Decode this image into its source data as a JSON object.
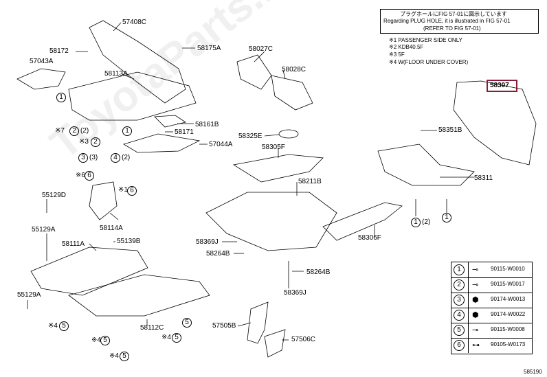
{
  "diagram": {
    "watermark": "ToyotaParts.Mine.ru",
    "figure_number": "585190",
    "notes_box": {
      "line1": "プラグホールにFIG 57-01に図示しています",
      "line2": "Regarding PLUG HOLE, it is illustrated in FIG 57-01",
      "line3": "(REFER TO FIG 57-01)"
    },
    "legend": [
      "※1  PASSENGER SIDE ONLY",
      "※2  KDB40.5F",
      "※3  5F",
      "※4  W(FLOOR UNDER COVER)"
    ],
    "highlighted_part": "58307",
    "parts": {
      "p57408C": "57408C",
      "p58172": "58172",
      "p58175A": "58175A",
      "p57043A": "57043A",
      "p58113A": "58113A",
      "p58161B": "58161B",
      "p58171": "58171",
      "p57044A": "57044A",
      "p55129D": "55129D",
      "p55129A": "55129A",
      "p58114A": "58114A",
      "p58111A": "58111A",
      "p55139B": "55139B",
      "p55129A2": "55129A",
      "p58112C": "58112C",
      "p58027C": "58027C",
      "p58028C": "58028C",
      "p58325E": "58325E",
      "p58305F": "58305F",
      "p58211B": "58211B",
      "p58369J": "58369J",
      "p58264B": "58264B",
      "p58264B2": "58264B",
      "p58369J2": "58369J",
      "p57505B": "57505B",
      "p57506C": "57506C",
      "p58351B": "58351B",
      "p58311": "58311",
      "p58306F": "58306F"
    },
    "callouts": {
      "c1a": "1",
      "c1b": "1",
      "c2a": "2",
      "c2b": "2",
      "c3a": "3",
      "c4a": "4",
      "c6a": "6",
      "c6b": "6",
      "c1c": "1",
      "c1d": "1",
      "c5a": "5",
      "c5b": "5",
      "c5c": "5",
      "c5d": "5",
      "c5e": "5",
      "q2": "(2)",
      "q3": "(3)",
      "q2b": "(2)",
      "q2c": "(2)",
      "m7": "※7",
      "m3": "※3",
      "m6": "※6",
      "m1": "※1",
      "m4a": "※4",
      "m4b": "※4",
      "m4c": "※4",
      "m4d": "※4"
    },
    "fasteners": [
      {
        "num": "1",
        "icon": "bolt-icon",
        "part": "90115-W0010"
      },
      {
        "num": "2",
        "icon": "bolt-icon",
        "part": "90115-W0017"
      },
      {
        "num": "3",
        "icon": "nut-icon",
        "part": "90174-W0013"
      },
      {
        "num": "4",
        "icon": "nut-icon",
        "part": "90174-W0022"
      },
      {
        "num": "5",
        "icon": "bolt-icon",
        "part": "90115-W0008"
      },
      {
        "num": "6",
        "icon": "screw-icon",
        "part": "90105-W0173"
      }
    ]
  }
}
